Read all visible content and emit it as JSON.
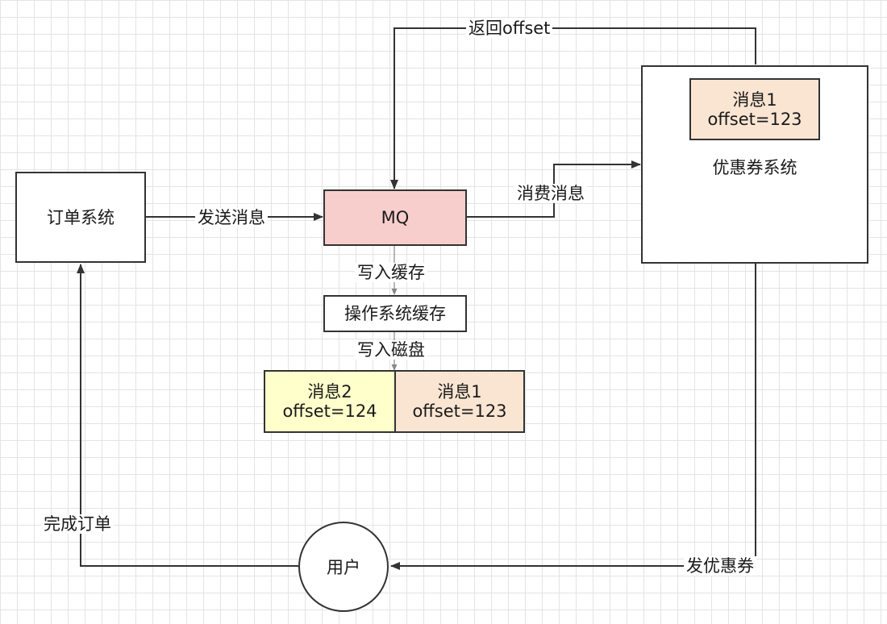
{
  "nodes": {
    "order_system": "订单系统",
    "mq": "MQ",
    "coupon_system": "优惠券系统",
    "os_cache": "操作系统缓存",
    "user": "用户"
  },
  "messages": {
    "coupon_msg": {
      "title": "消息1",
      "offset": "offset=123"
    },
    "disk_msg2": {
      "title": "消息2",
      "offset": "offset=124"
    },
    "disk_msg1": {
      "title": "消息1",
      "offset": "offset=123"
    }
  },
  "edges": {
    "send_message": "发送消息",
    "consume_message": "消费消息",
    "return_offset": "返回offset",
    "write_cache": "写入缓存",
    "write_disk": "写入磁盘",
    "issue_coupon": "发优惠券",
    "complete_order": "完成订单"
  },
  "colors": {
    "mq_fill": "#f8cecc",
    "msg_yellow": "#ffffcc",
    "msg_orange": "#fae5d3",
    "line": "#333333"
  }
}
